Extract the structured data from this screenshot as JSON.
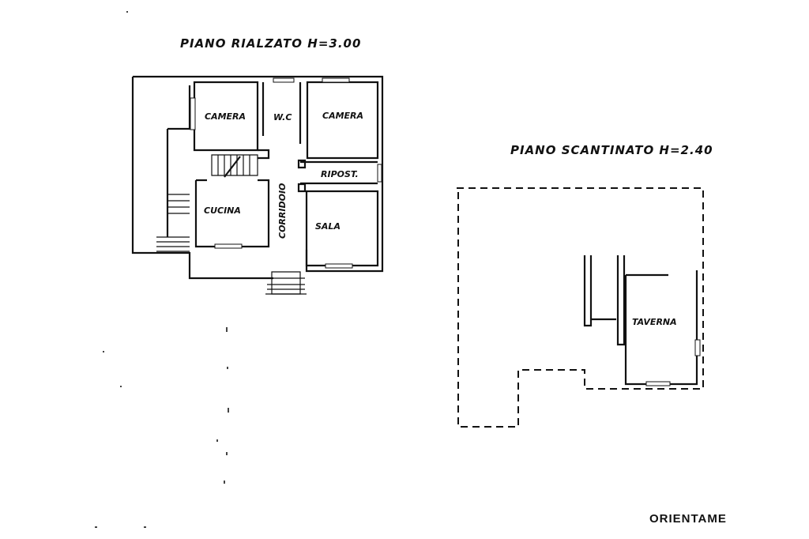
{
  "ground_floor": {
    "title": "PIANO   RIALZATO   H=3.00",
    "rooms": {
      "camera_left": "CAMERA",
      "wc": "W.C",
      "camera_right": "CAMERA",
      "ripost": "RIPOST.",
      "cucina": "CUCINA",
      "corridoio": "CORRIDOIO",
      "sala": "SALA"
    }
  },
  "basement": {
    "title": "PIANO  SCANTINATO  H=2.40",
    "rooms": {
      "taverna": "TAVERNA"
    }
  },
  "orientation_label": "ORIENTAME"
}
